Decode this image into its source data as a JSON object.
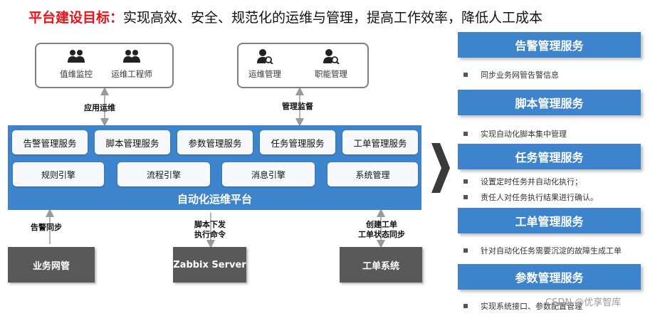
{
  "header": {
    "title_label": "平台建设目标：",
    "title_text": "实现高效、安全、规范化的运维与管理，提高工作效率，降低人工成本"
  },
  "top_left_group": {
    "items": [
      {
        "label": "值维监控",
        "icon": "users-icon"
      },
      {
        "label": "运维工程师",
        "icon": "users-icon"
      }
    ],
    "connector_label": "应用运维"
  },
  "top_right_group": {
    "items": [
      {
        "label": "运维管理",
        "icon": "user-search-icon"
      },
      {
        "label": "职能管理",
        "icon": "user-search-icon"
      }
    ],
    "connector_label": "管理监督"
  },
  "platform": {
    "title": "自动化运维平台",
    "services": [
      "告警管理服务",
      "脚本管理服务",
      "参数管理服务",
      "任务管理服务",
      "工单管理服务"
    ],
    "engines": [
      "规则引擎",
      "流程引擎",
      "消息引擎",
      "系统管理"
    ]
  },
  "sources": [
    {
      "label": "业务网管",
      "connector": [
        "告警同步"
      ]
    },
    {
      "label": "Zabbix Server",
      "connector": [
        "脚本下发",
        "执行命令"
      ]
    },
    {
      "label": "工单系统",
      "connector": [
        "创建工单",
        "工单状态同步"
      ]
    }
  ],
  "right_panel": [
    {
      "title": "告警管理服务",
      "bullets": [
        "同步业务网管告警信息"
      ]
    },
    {
      "title": "脚本管理服务",
      "bullets": [
        "实现自动化脚本集中管理"
      ]
    },
    {
      "title": "任务管理服务",
      "bullets": [
        "设置定时任务并自动化执行；",
        "责任人对任务执行结果进行确认。"
      ]
    },
    {
      "title": "工单管理服务",
      "bullets": [
        "针对自动化任务需要沉淀的故障生成工单"
      ]
    },
    {
      "title": "参数管理服务",
      "bullets": [
        "实现系统接口、参数配置管理"
      ]
    }
  ],
  "watermark": "CSDN @优享智库",
  "colors": {
    "accent_blue": "#3d84cd",
    "title_red": "#e8141c",
    "source_gray": "#595959"
  }
}
